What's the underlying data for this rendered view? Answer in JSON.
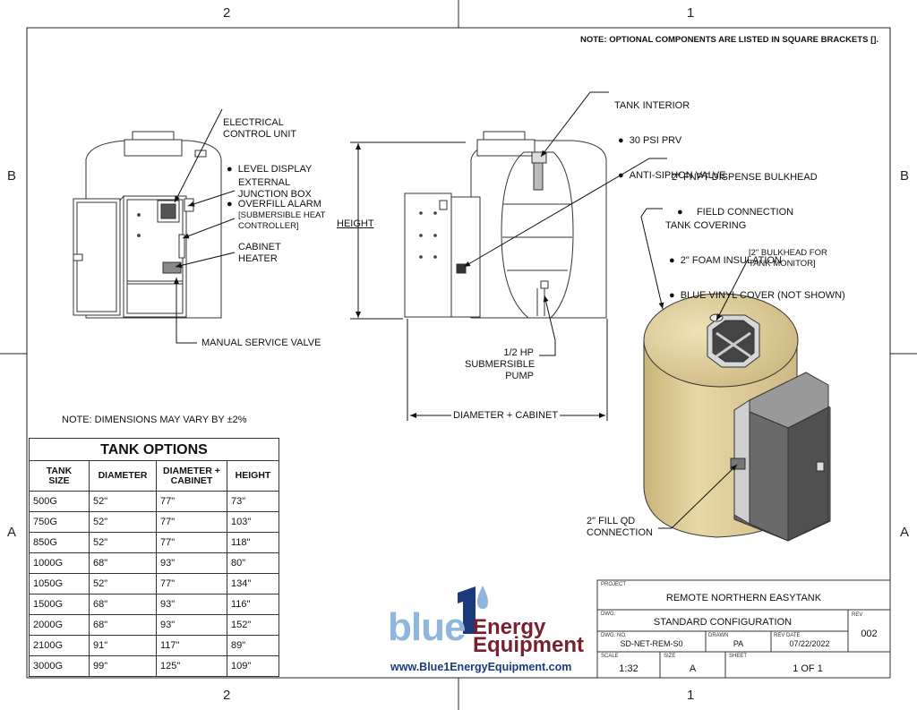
{
  "zones": {
    "top_left": "2",
    "top_right": "1",
    "left_upper": "B",
    "left_lower": "A",
    "right_upper": "B",
    "right_lower": "A",
    "bottom_left": "2",
    "bottom_right": "1"
  },
  "note_top": "NOTE: OPTIONAL COMPONENTS ARE LISTED IN SQUARE BRACKETS [].",
  "callouts": {
    "ecu_title": "ELECTRICAL\nCONTROL UNIT",
    "ecu_items": [
      "LEVEL DISPLAY",
      "OVERFILL ALARM"
    ],
    "ext_junction": "EXTERNAL\nJUNCTION BOX",
    "sub_heat": "[SUBMERSIBLE HEAT\nCONTROLLER]",
    "cab_heater": "CABINET\nHEATER",
    "manual_valve": "MANUAL SERVICE VALVE",
    "height": "HEIGHT",
    "tank_interior_title": "TANK INTERIOR",
    "tank_interior_items": [
      "30 PSI PRV",
      "ANTI-SIPHON VALVE"
    ],
    "fnpt_title": "2\" FNPT DISPENSE BULKHEAD",
    "fnpt_items": [
      "FIELD CONNECTION"
    ],
    "covering_title": "TANK COVERING",
    "covering_items": [
      "2\" FOAM INSULATION",
      "BLUE VINYL COVER (NOT SHOWN)"
    ],
    "bulkhead_monitor": "[2\" BULKHEAD FOR\nTANK MONITOR]",
    "pump": "1/2 HP\nSUBMERSIBLE\nPUMP",
    "diameter_cabinet": "DIAMETER + CABINET",
    "fill_qd": "2\" FILL QD\nCONNECTION"
  },
  "dim_note": "NOTE: DIMENSIONS MAY VARY BY ±2%",
  "table": {
    "title": "TANK OPTIONS",
    "headers": [
      "TANK\nSIZE",
      "DIAMETER",
      "DIAMETER +\nCABINET",
      "HEIGHT"
    ],
    "rows": [
      [
        "500G",
        "52\"",
        "77\"",
        "73\""
      ],
      [
        "750G",
        "52\"",
        "77\"",
        "103\""
      ],
      [
        "850G",
        "52\"",
        "77\"",
        "118\""
      ],
      [
        "1000G",
        "68\"",
        "93\"",
        "80\""
      ],
      [
        "1050G",
        "52\"",
        "77\"",
        "134\""
      ],
      [
        "1500G",
        "68\"",
        "93\"",
        "116\""
      ],
      [
        "2000G",
        "68\"",
        "93\"",
        "152\""
      ],
      [
        "2100G",
        "91\"",
        "117\"",
        "89\""
      ],
      [
        "3000G",
        "99\"",
        "125\"",
        "109\""
      ]
    ]
  },
  "logo": {
    "blue": "blue",
    "energy": "Energy",
    "equipment": "Equipment",
    "one": "1",
    "url": "www.Blue1EnergyEquipment.com"
  },
  "title_block": {
    "project_label": "PROJECT",
    "project": "REMOTE NORTHERN EASYTANK",
    "dwg_label": "DWG.",
    "dwg": "STANDARD CONFIGURATION",
    "rev_label": "REV",
    "rev": "002",
    "dwgno_label": "DWG. NO.",
    "dwgno": "SD-NET-REM-S0",
    "drawn_label": "DRAWN",
    "drawn": "PA",
    "revdate_label": "REV DATE",
    "revdate": "07/22/2022",
    "scale_label": "SCALE",
    "scale": "1:32",
    "size_label": "SIZE",
    "size": "A",
    "sheet_label": "SHEET",
    "sheet": "1 OF 1"
  }
}
